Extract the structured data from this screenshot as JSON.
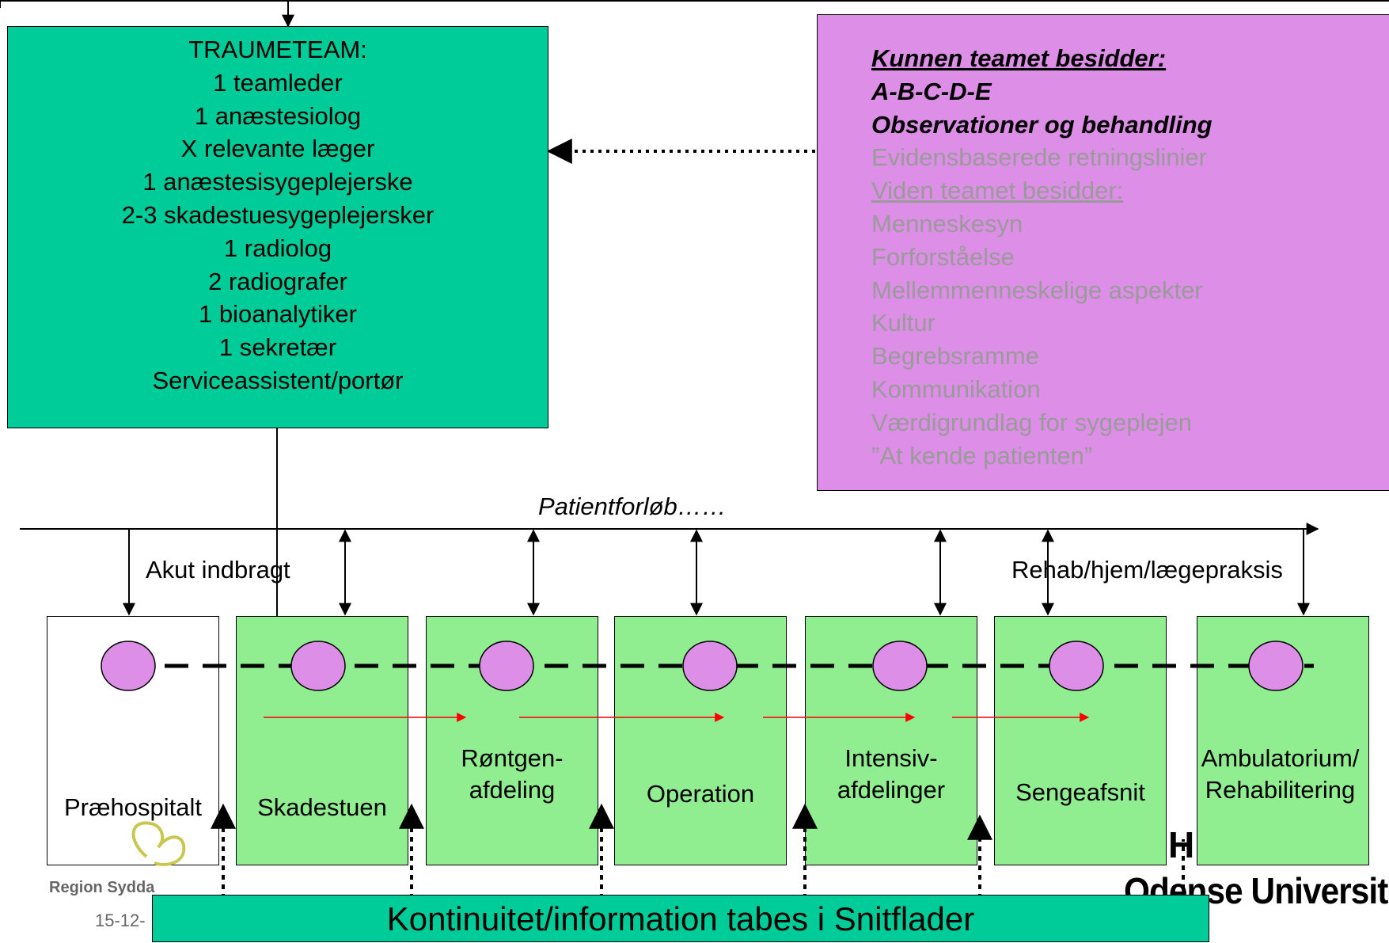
{
  "team": {
    "heading": "TRAUMETEAM:",
    "members": [
      "1 teamleder",
      "1 anæstesiolog",
      "X relevante læger",
      "1 anæstesisygeplejerske",
      "2-3 skadestuesygeplejersker",
      "1 radiolog",
      "2 radiografer",
      "1 bioanalytiker",
      "1 sekretær",
      "Serviceassistent/portør"
    ]
  },
  "knowledge": {
    "bold_lines": [
      "Kunnen teamet besidder:",
      "A-B-C-D-E",
      "Observationer og behandling"
    ],
    "grey_lines": [
      "Evidensbaserede retningslinier",
      "Viden teamet besidder:",
      "Menneskesyn",
      "Forforståelse",
      "Mellemmenneskelige aspekter",
      "Kultur",
      "Begrebsramme",
      "Kommunikation",
      "Værdigrundlag for sygeplejen",
      "”At kende patienten”"
    ]
  },
  "timeline": {
    "label": "Patientforløb……",
    "start_label": "Akut indbragt",
    "end_label": "Rehab/hjem/lægepraksis"
  },
  "departments": [
    {
      "lines": [
        "Præhospitalt"
      ],
      "fill": "#ffffff"
    },
    {
      "lines": [
        "Skadestuen"
      ],
      "fill": "#90ee90"
    },
    {
      "lines": [
        "Røntgen-",
        "afdeling"
      ],
      "fill": "#90ee90"
    },
    {
      "lines": [
        "Operation"
      ],
      "fill": "#90ee90"
    },
    {
      "lines": [
        "Intensiv-",
        "afdelinger"
      ],
      "fill": "#90ee90"
    },
    {
      "lines": [
        "Sengeafsnit"
      ],
      "fill": "#90ee90"
    },
    {
      "lines": [
        "Ambulatorium/",
        "Rehabilitering"
      ],
      "fill": "#90ee90"
    }
  ],
  "banner": {
    "text": "Kontinuitet/information tabes i Snitflader"
  },
  "footer": {
    "logo_left_text": "Region Syddanmark",
    "date_text": "15-12-",
    "logo_right_text": "Odense Universit"
  },
  "colors": {
    "teal": "#00cc99",
    "green": "#90ee90",
    "pink": "#dd8ee6",
    "circle": "#dd8ee6",
    "flow_arrow": "#ff0000"
  }
}
